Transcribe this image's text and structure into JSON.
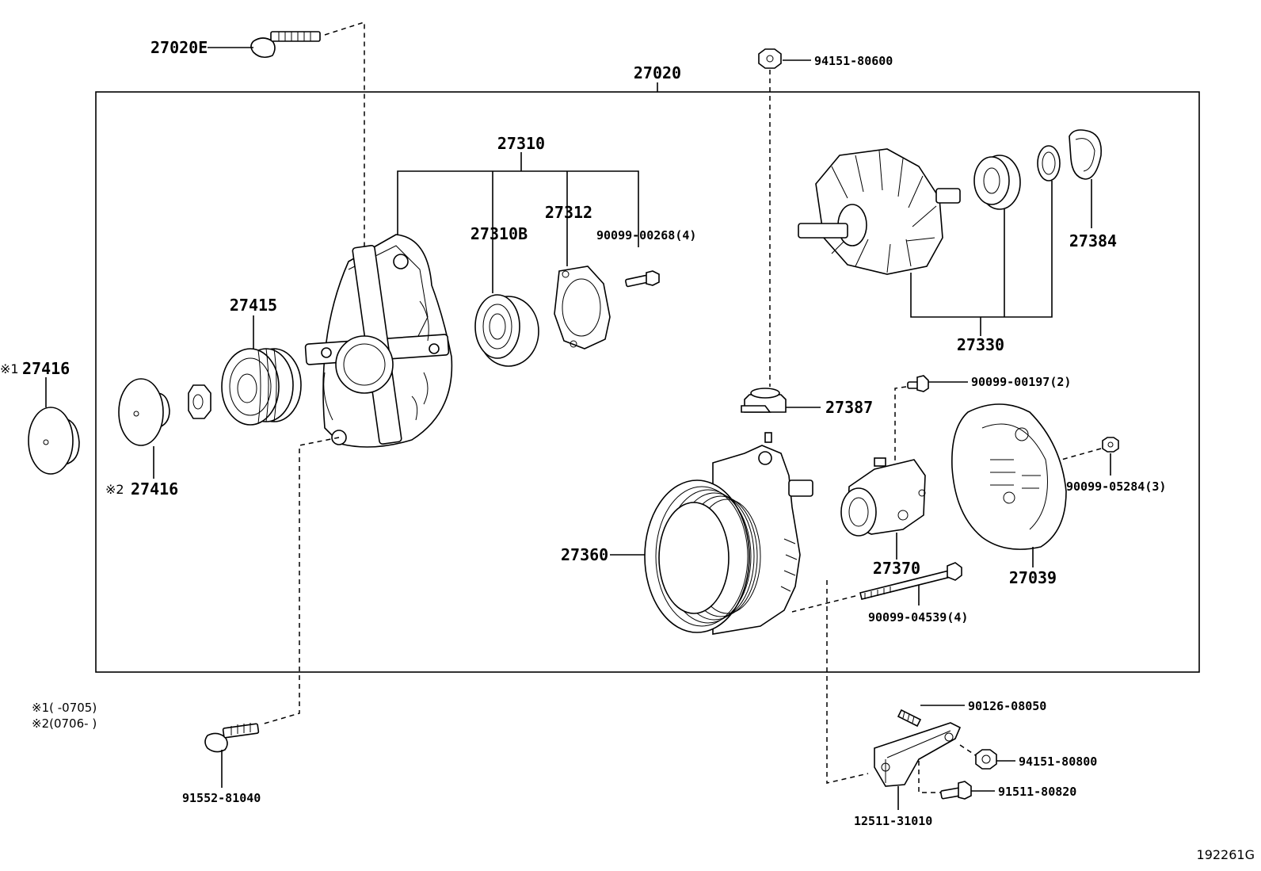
{
  "labels": {
    "assembly": "27020",
    "bolt_top_left": "27020E",
    "nut_top": "94151-80600",
    "frame_group": "27310",
    "bearing_front": "27310B",
    "retainer": "27312",
    "retainer_screw": "90099-00268(4)",
    "rotor_seal": "27384",
    "rotor_group": "27330",
    "pulley": "27415",
    "cap_1": "27416",
    "cap_2": "27416",
    "marker_1": "※1",
    "marker_2": "※2",
    "terminal_insulator": "27387",
    "screw_regulator": "90099-00197(2)",
    "rear_nut": "90099-05284(3)",
    "stator_frame": "27360",
    "regulator": "27370",
    "rear_cover": "27039",
    "through_bolt": "90099-04539(4)",
    "stud": "90126-08050",
    "bracket_nut": "94151-80800",
    "bracket_bolt": "91511-80820",
    "bracket": "12511-31010",
    "front_bolt": "91552-81040",
    "diagram_ref": "192261G"
  },
  "notes": {
    "line1": "※1(      -0705)",
    "line2": "※2(0706-       )"
  }
}
